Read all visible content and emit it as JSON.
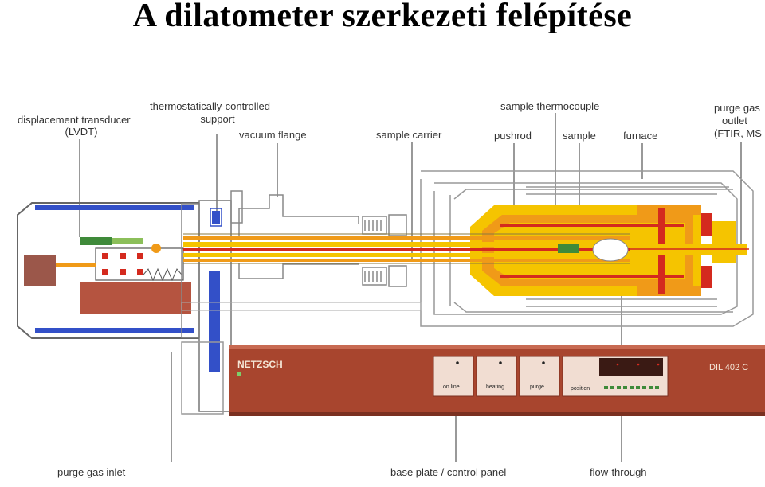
{
  "title": "A dilatometer szerkezeti felépítése",
  "labels": {
    "lvdt_line1": "displacement transducer",
    "lvdt_line2": "(LVDT)",
    "thermo_line1": "thermostatically-controlled",
    "thermo_line2": "support",
    "vacuum_flange": "vacuum flange",
    "sample_carrier": "sample carrier",
    "sample_thermocouple": "sample thermocouple",
    "pushrod": "pushrod",
    "sample": "sample",
    "furnace": "furnace",
    "purge_outlet_line1": "purge gas",
    "purge_outlet_line2": "outlet",
    "purge_outlet_line3": "(FTIR, MS",
    "purge_inlet": "purge gas inlet",
    "base_plate": "base plate / control panel",
    "flow_through": "flow-through"
  },
  "panel": {
    "brand": "NETZSCH",
    "model": "DIL 402 C",
    "buttons": [
      "on line",
      "heating",
      "purge"
    ],
    "position_label": "position"
  },
  "colors": {
    "panel_red": "#a8452e",
    "furnace_yellow": "#f5c400",
    "furnace_orange": "#f09a18",
    "heater_red": "#d42a1e",
    "lvdt_green": "#3f8a3a",
    "blue_insulation": "#3350c8"
  }
}
